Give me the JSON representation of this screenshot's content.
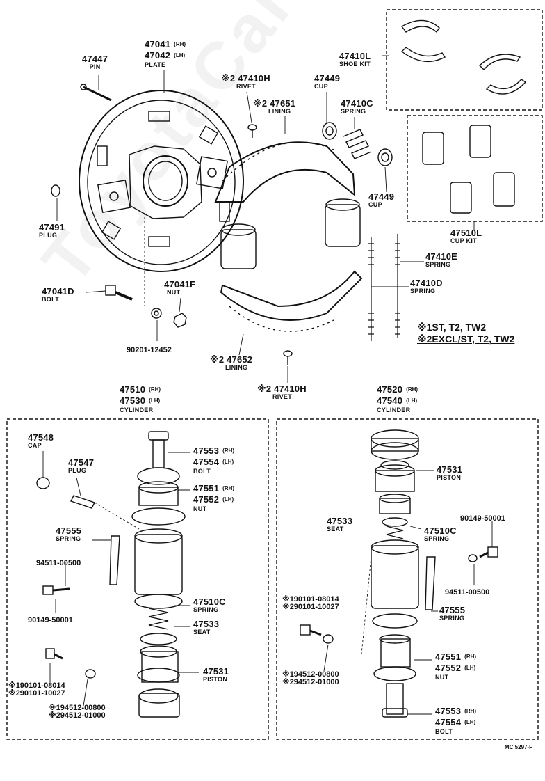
{
  "watermark": "ToyotaCarHive",
  "footer_code": "MC 5297-F",
  "notes": {
    "n1": "※1ST, T2, TW2",
    "n2": "※2EXCL/ST, T2, TW2"
  },
  "labels": {
    "p47447": {
      "pn": "47447",
      "nm": "PIN"
    },
    "p47041": {
      "pn1": "47041",
      "sf1": "(RH)",
      "pn2": "47042",
      "sf2": "(LH)",
      "nm": "PLATE"
    },
    "p47410h_top": {
      "pn": "※2 47410H",
      "nm": "RIVET"
    },
    "p47651": {
      "pn": "※2 47651",
      "nm": "LINING"
    },
    "p47449_top": {
      "pn": "47449",
      "nm": "CUP"
    },
    "p47410l": {
      "pn": "47410L",
      "nm": "SHOE KIT"
    },
    "p47410c_top": {
      "pn": "47410C",
      "nm": "SPRING"
    },
    "p47449_bot": {
      "pn": "47449",
      "nm": "CUP"
    },
    "p47510l": {
      "pn": "47510L",
      "nm": "CUP KIT"
    },
    "p47491": {
      "pn": "47491",
      "nm": "PLUG"
    },
    "p47410e": {
      "pn": "47410E",
      "nm": "SPRING"
    },
    "p47410d": {
      "pn": "47410D",
      "nm": "SPRING"
    },
    "p47041d": {
      "pn": "47041D",
      "nm": "BOLT"
    },
    "p47041f": {
      "pn": "47041F",
      "nm": "NUT"
    },
    "p90201": {
      "pn": "90201-12452"
    },
    "p47652": {
      "pn": "※2 47652",
      "nm": "LINING"
    },
    "p47410h_bot": {
      "pn": "※2 47410H",
      "nm": "RIVET"
    },
    "p47510": {
      "pn1": "47510",
      "sf1": "(RH)",
      "pn2": "47530",
      "sf2": "(LH)",
      "nm": "CYLINDER"
    },
    "p47520": {
      "pn1": "47520",
      "sf1": "(RH)",
      "pn2": "47540",
      "sf2": "(LH)",
      "nm": "CYLINDER"
    },
    "p47548": {
      "pn": "47548",
      "nm": "CAP"
    },
    "p47547": {
      "pn": "47547",
      "nm": "PLUG"
    },
    "p47553_l": {
      "pn1": "47553",
      "sf1": "(RH)",
      "pn2": "47554",
      "sf2": "(LH)",
      "nm": "BOLT"
    },
    "p47551_l": {
      "pn1": "47551",
      "sf1": "(RH)",
      "pn2": "47552",
      "sf2": "(LH)",
      "nm": "NUT"
    },
    "p47555_l": {
      "pn": "47555",
      "nm": "SPRING"
    },
    "p94511_l": {
      "pn": "94511-00500"
    },
    "p90149_l": {
      "pn": "90149-50001"
    },
    "p47510c_l": {
      "pn": "47510C",
      "nm": "SPRING"
    },
    "p47533_l": {
      "pn": "47533",
      "nm": "SEAT"
    },
    "p47531_l": {
      "pn": "47531",
      "nm": "PISTON"
    },
    "p190101_l": {
      "l1": "※190101-08014",
      "l2": "※290101-10027"
    },
    "p194512_l": {
      "l1": "※194512-00800",
      "l2": "※294512-01000"
    },
    "p47531_r": {
      "pn": "47531",
      "nm": "PISTON"
    },
    "p90149_r": {
      "pn": "90149-50001"
    },
    "p47533_r": {
      "pn": "47533",
      "nm": "SEAT"
    },
    "p47510c_r": {
      "pn": "47510C",
      "nm": "SPRING"
    },
    "p94511_r": {
      "pn": "94511-00500"
    },
    "p190101_r": {
      "l1": "※190101-08014",
      "l2": "※290101-10027"
    },
    "p47555_r": {
      "pn": "47555",
      "nm": "SPRING"
    },
    "p194512_r": {
      "l1": "※194512-00800",
      "l2": "※294512-01000"
    },
    "p47551_r": {
      "pn1": "47551",
      "sf1": "(RH)",
      "pn2": "47552",
      "sf2": "(LH)",
      "nm": "NUT"
    },
    "p47553_r": {
      "pn1": "47553",
      "sf1": "(RH)",
      "pn2": "47554",
      "sf2": "(LH)",
      "nm": "BOLT"
    }
  }
}
